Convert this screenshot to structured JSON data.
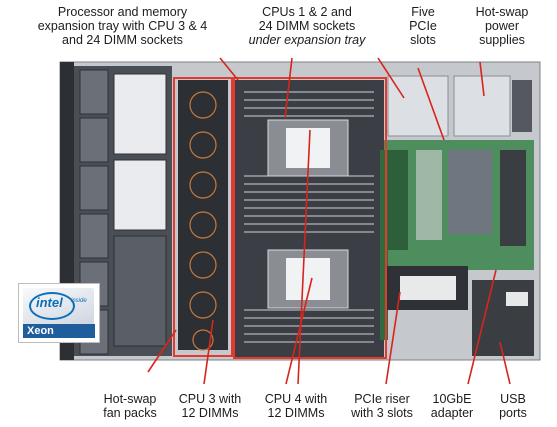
{
  "labels": {
    "proc_tray": [
      "Processor and memory",
      "expansion tray with CPU 3 & 4",
      "and 24 DIMM sockets"
    ],
    "cpus12": [
      "CPUs 1 & 2 and",
      "24 DIMM sockets"
    ],
    "cpus12_italic": "under expansion tray",
    "pcie_slots": [
      "Five",
      "PCIe",
      "slots"
    ],
    "psu": [
      "Hot-swap",
      "power",
      "supplies"
    ],
    "fans": [
      "Hot-swap",
      "fan packs"
    ],
    "cpu3": [
      "CPU 3 with",
      "12 DIMMs"
    ],
    "cpu4": [
      "CPU 4 with",
      "12 DIMMs"
    ],
    "riser": [
      "PCIe riser",
      "with 3 slots"
    ],
    "adapter": [
      "10GbE",
      "adapter"
    ],
    "usb": [
      "USB",
      "ports"
    ]
  },
  "badge": {
    "brand": "intel",
    "inside": "inside",
    "product": "Xeon"
  },
  "colors": {
    "tray_outline": "#e23a2c",
    "arrow": "#d9241c",
    "board_green": "#3f8a55",
    "chassis_dark": "#3d4148"
  }
}
